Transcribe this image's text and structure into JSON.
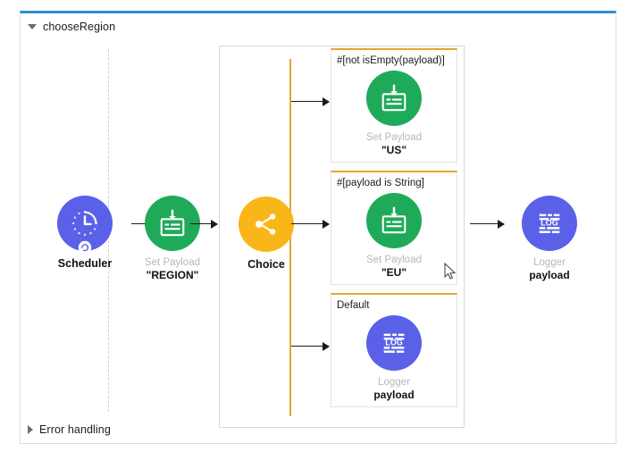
{
  "flow": {
    "header": {
      "title": "chooseRegion",
      "twisty": "triangle-down-icon",
      "expanded": true
    },
    "footer": {
      "title": "Error handling",
      "twisty": "triangle-right-icon",
      "expanded": false
    },
    "accent_color": "#2f8fd0"
  },
  "colors": {
    "green": "#1faa59",
    "purple": "#5a61e8",
    "amber": "#f9b619",
    "branch_border": "#e0a82e",
    "node_type_text": "#b8b8b8",
    "node_name_text": "#111111"
  },
  "nodes": {
    "scheduler": {
      "type_label": "",
      "name": "Scheduler",
      "icon": "clock-icon",
      "color": "purple"
    },
    "set_payload_region": {
      "type_label": "Set Payload",
      "name": "\"REGION\"",
      "icon": "set-payload-icon",
      "color": "green"
    },
    "choice": {
      "type_label": "",
      "name": "Choice",
      "icon": "choice-branch-icon",
      "color": "amber"
    },
    "logger_out": {
      "type_label": "Logger",
      "name": "payload",
      "icon": "log-icon",
      "color": "purple"
    }
  },
  "branches": [
    {
      "condition": "#[not isEmpty(payload)]",
      "node": {
        "type_label": "Set Payload",
        "name": "\"US\"",
        "icon": "set-payload-icon",
        "color": "green"
      }
    },
    {
      "condition": "#[payload is String]",
      "node": {
        "type_label": "Set Payload",
        "name": "\"EU\"",
        "icon": "set-payload-icon",
        "color": "green"
      }
    },
    {
      "condition": "Default",
      "node": {
        "type_label": "Logger",
        "name": "payload",
        "icon": "log-icon",
        "color": "purple"
      }
    }
  ]
}
